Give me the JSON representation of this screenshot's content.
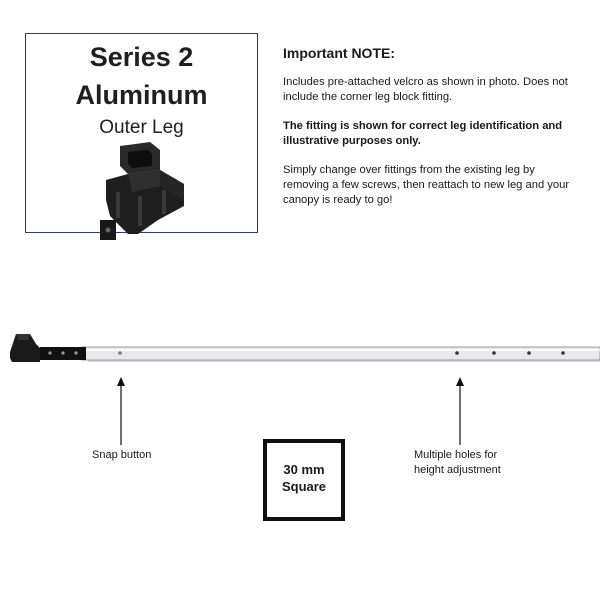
{
  "title_box": {
    "line1": "Series 2",
    "line2": "Aluminum",
    "line3": "Outer Leg"
  },
  "note": {
    "heading": "Important NOTE:",
    "para1": "Includes pre-attached velcro as shown in photo. Does not include the corner leg block fitting.",
    "para2": "The fitting is shown for correct leg identification and illustrative purposes only.",
    "para3": "Simply change over fittings from the existing leg  by removing a few screws, then reattach to new leg and your canopy is ready to go!"
  },
  "callouts": {
    "snap": "Snap button",
    "holes_line1": "Multiple holes for",
    "holes_line2": "height adjustment"
  },
  "square_box": {
    "line1": "30 mm",
    "line2": "Square"
  },
  "colors": {
    "border": "#2b3d6b",
    "leg": "#e6e6ea",
    "fitting": "#1c1c1c"
  }
}
